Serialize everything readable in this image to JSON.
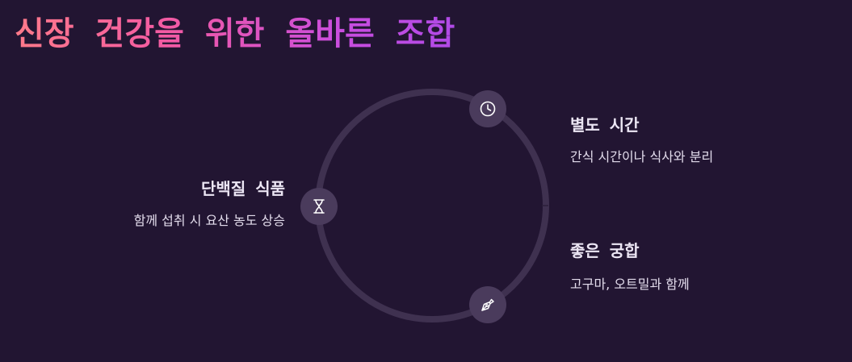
{
  "title": "신장 건강을 위한 올바른 조합",
  "items": [
    {
      "title": "별도 시간",
      "description": "간식 시간이나 식사와 분리",
      "icon": "clock-icon"
    },
    {
      "title": "단백질 식품",
      "description": "함께 섭취 시 요산 농도 상승",
      "icon": "hourglass-icon"
    },
    {
      "title": "좋은 궁합",
      "description": "고구마, 오트밀과 함께",
      "icon": "pen-nib-icon"
    }
  ],
  "colors": {
    "background": "#221532",
    "ring": "#3f3150",
    "node": "#4a3b5c",
    "text": "#ece6f4",
    "title_gradient": [
      "#ff7a8a",
      "#f25aa3",
      "#c94de0",
      "#b04ae6"
    ]
  }
}
